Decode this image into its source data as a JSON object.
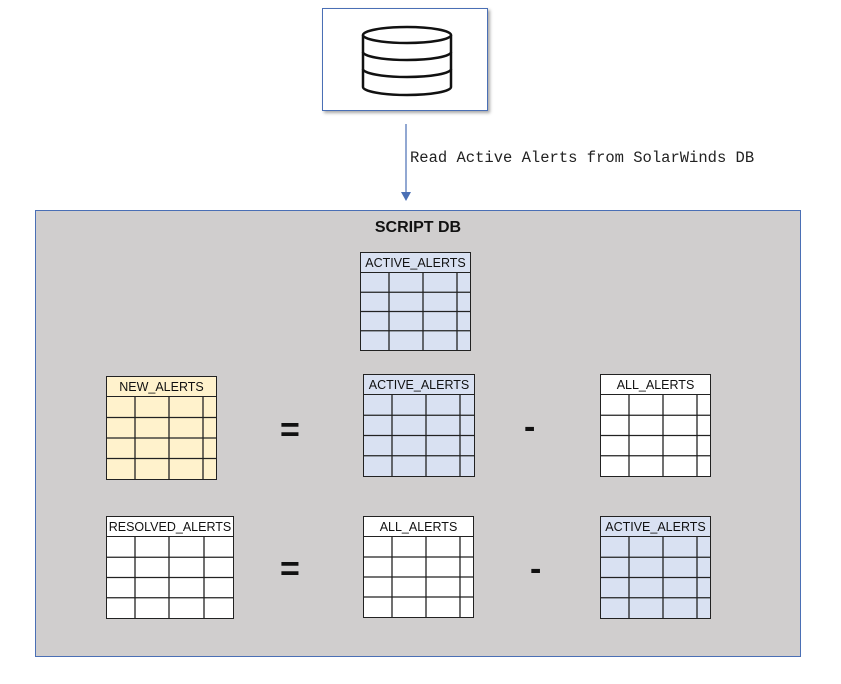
{
  "source_db": {
    "icon": "database-icon"
  },
  "arrow": {
    "label": "Read Active Alerts from SolarWinds DB"
  },
  "script_db": {
    "title": "SCRIPT DB",
    "top_table": {
      "label": "ACTIVE_ALERTS",
      "fill": "#d9e1f2"
    },
    "row1": {
      "result": {
        "label": "NEW_ALERTS",
        "fill": "#fff2cc"
      },
      "equals": "=",
      "left": {
        "label": "ACTIVE_ALERTS",
        "fill": "#d9e1f2"
      },
      "minus": "-",
      "right": {
        "label": "ALL_ALERTS",
        "fill": "#ffffff"
      }
    },
    "row2": {
      "result": {
        "label": "RESOLVED_ALERTS",
        "fill": "#ffffff"
      },
      "equals": "=",
      "left": {
        "label": "ALL_ALERTS",
        "fill": "#ffffff"
      },
      "minus": "-",
      "right": {
        "label": "ACTIVE_ALERTS",
        "fill": "#d9e1f2"
      }
    }
  }
}
